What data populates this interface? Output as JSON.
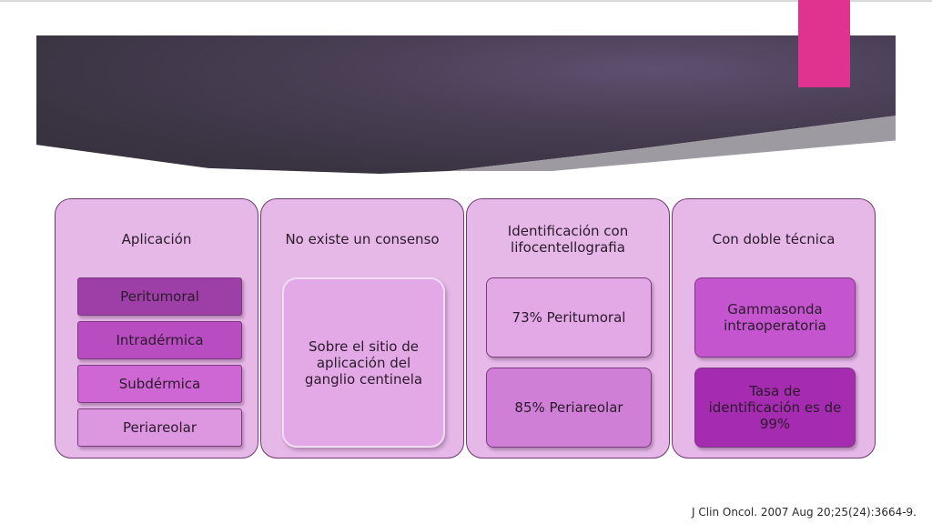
{
  "columns": [
    {
      "title": "Aplicación",
      "items": [
        "Peritumoral",
        "Intradérmica",
        "Subdérmica",
        "Periareolar"
      ]
    },
    {
      "title": "No existe un consenso",
      "items": [
        "Sobre el sitio de aplicación del ganglio centinela"
      ]
    },
    {
      "title": "Identificación con lifocentellografia",
      "items": [
        "73% Peritumoral",
        "85% Periareolar"
      ]
    },
    {
      "title": "Con doble técnica",
      "items": [
        "Gammasonda intraoperatoria",
        "Tasa de identificación es de 99%"
      ]
    }
  ],
  "citation": "J Clin Oncol. 2007 Aug 20;25(24):3664-9.",
  "colors": {
    "accent_tab": "#e0338f",
    "header_band": "#3a3442",
    "column_bg": "#e6b8e8"
  }
}
